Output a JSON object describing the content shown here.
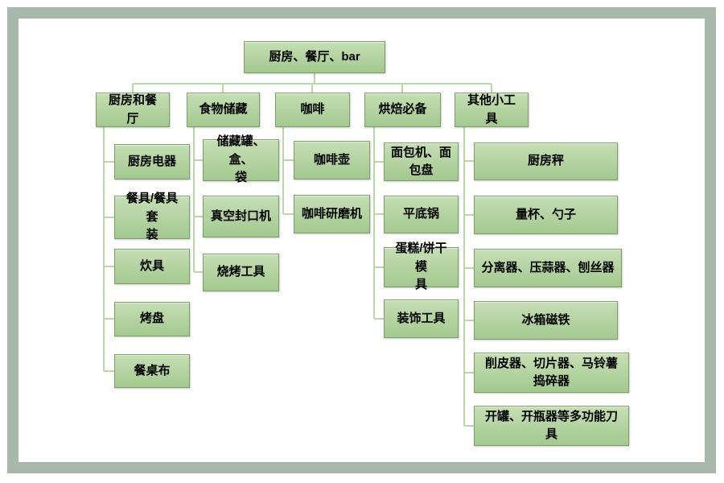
{
  "diagram": {
    "type": "org-hierarchy",
    "root": {
      "label": "厨房、餐厅、bar"
    },
    "categories": [
      {
        "label": "厨房和餐厅",
        "children": [
          {
            "label": "厨房电器"
          },
          {
            "label": "餐具/餐具套\n装"
          },
          {
            "label": "炊具"
          },
          {
            "label": "烤盘"
          },
          {
            "label": "餐桌布"
          }
        ]
      },
      {
        "label": "食物储藏",
        "children": [
          {
            "label": "储藏罐、盒、\n袋"
          },
          {
            "label": "真空封口机"
          },
          {
            "label": "烧烤工具"
          }
        ]
      },
      {
        "label": "咖啡",
        "children": [
          {
            "label": "咖啡壶"
          },
          {
            "label": "咖啡研磨机"
          }
        ]
      },
      {
        "label": "烘焙必备",
        "children": [
          {
            "label": "面包机、面\n包盘"
          },
          {
            "label": "平底锅"
          },
          {
            "label": "蛋糕/饼干模\n具"
          },
          {
            "label": "装饰工具"
          }
        ]
      },
      {
        "label": "其他小工具",
        "children": [
          {
            "label": "厨房秤"
          },
          {
            "label": "量杯、勺子"
          },
          {
            "label": "分离器、压蒜器、刨丝器"
          },
          {
            "label": "冰箱磁铁"
          },
          {
            "label": "削皮器、切片器、马铃薯\n捣碎器"
          },
          {
            "label": "开罐、开瓶器等多功能刀\n具"
          }
        ]
      }
    ]
  },
  "colors": {
    "frame_border": "#a9b8ac",
    "box_fill_top": "#c6deb5",
    "box_fill_bottom": "#a3c98f",
    "box_border": "#7e9b6e",
    "connector_line": "#bcd5a9",
    "text": "#000000"
  }
}
